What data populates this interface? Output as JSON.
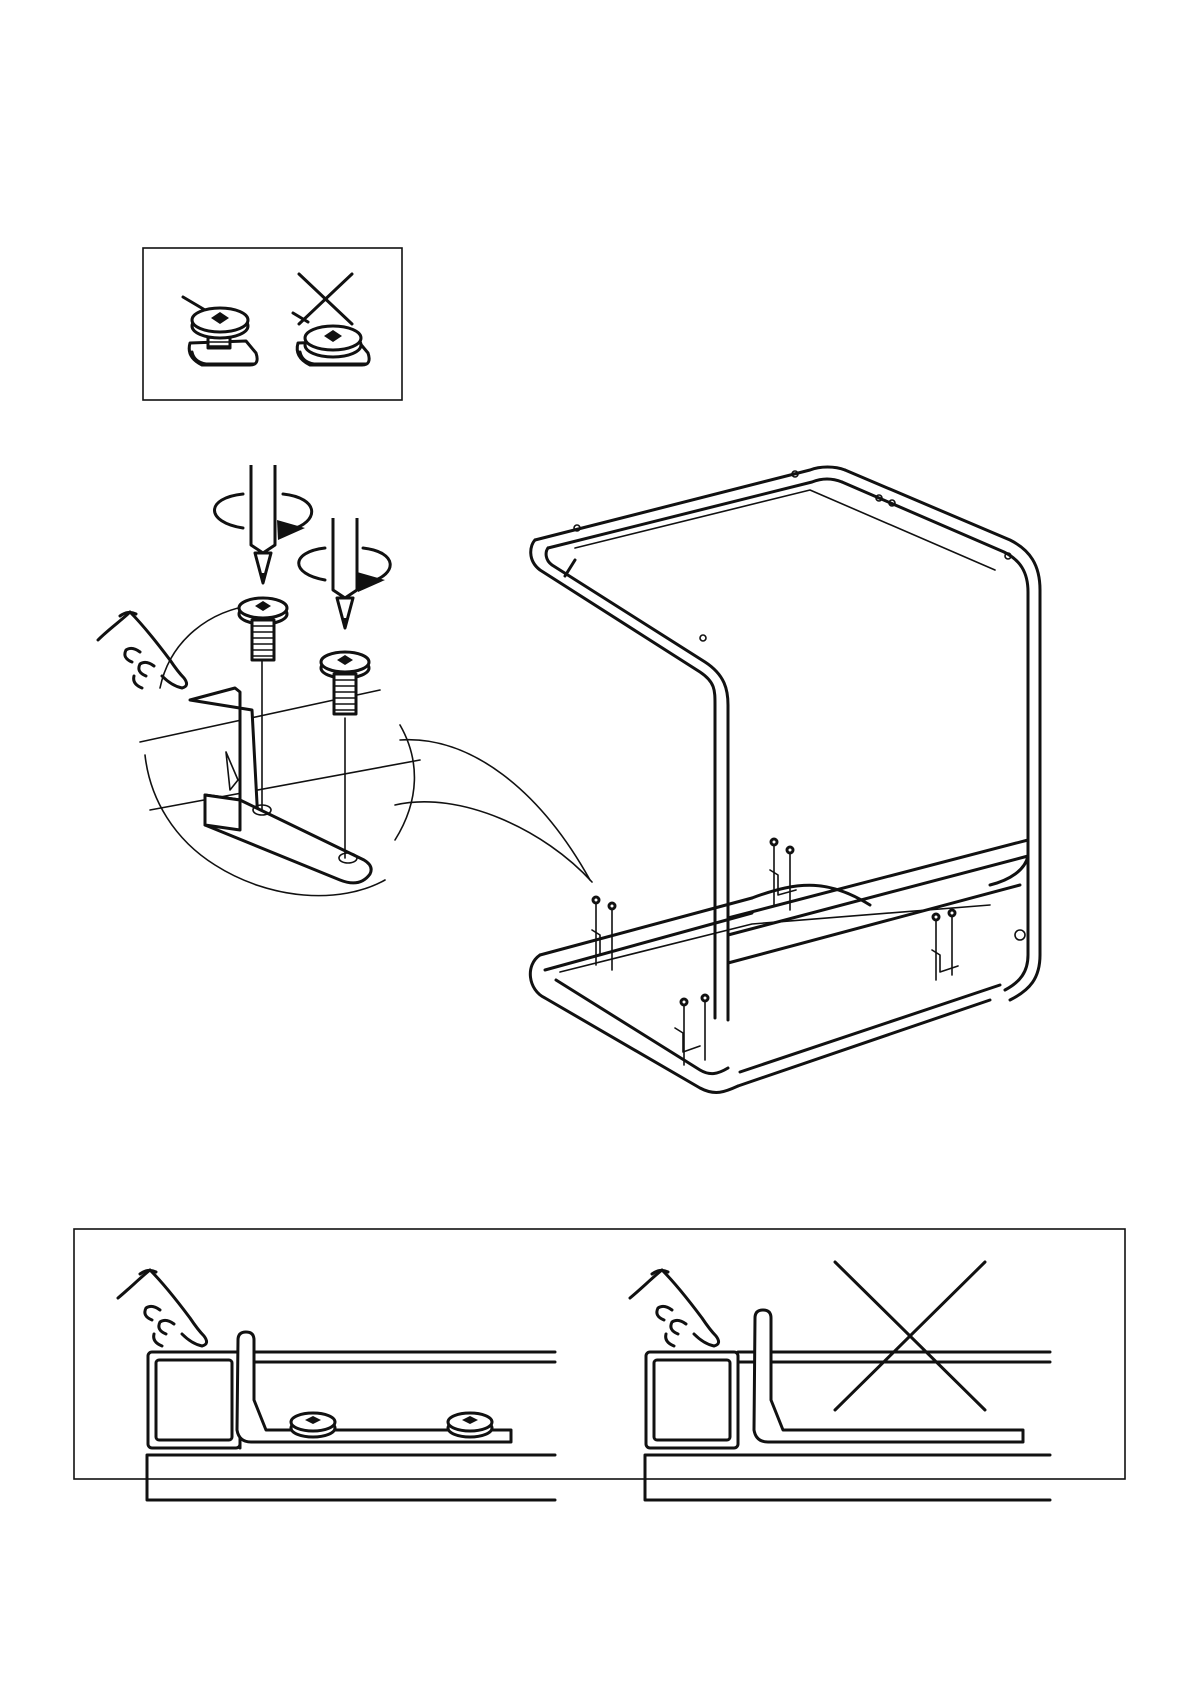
{
  "page": {
    "type": "assembly-instruction-step",
    "text_content": []
  },
  "panels": {
    "top_inset": {
      "content": "screw-head-seating-comparison",
      "correct": "screw-tightened-flush-then-stop",
      "incorrect": "screw-overtightened"
    },
    "main": {
      "content": "attach-brackets-to-frame-base",
      "fasteners_per_bracket": 2,
      "bracket_count": 4
    },
    "bottom_inset": {
      "content": "bracket-position-comparison",
      "correct": "bracket-tab-against-frame-with-screws",
      "incorrect": "bracket-without-screws"
    }
  },
  "icons": {
    "incorrect_mark": "cross-icon",
    "pointing_hand": "pointing-hand-icon",
    "rotation_arrow": "clockwise-arrow-icon",
    "screwdriver": "phillips-screwdriver-icon"
  },
  "colors": {
    "ink": "#111111",
    "paper": "#ffffff"
  }
}
